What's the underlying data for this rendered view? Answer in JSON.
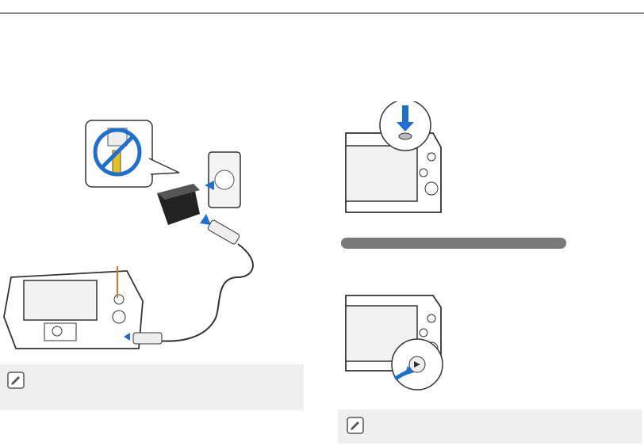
{
  "page": {
    "has_top_rule": true
  },
  "illustrations": {
    "charging": {
      "description_icon": "camera-charging-illustration"
    },
    "power_button": {
      "description_icon": "camera-power-button-illustration"
    },
    "playback_button": {
      "description_icon": "camera-playback-button-illustration"
    }
  },
  "notes": [
    {
      "icon": "note-icon",
      "text": ""
    },
    {
      "icon": "note-icon",
      "text": ""
    }
  ],
  "section_bar": {
    "label": ""
  },
  "colors": {
    "accent_orange": "#e0702a",
    "blue": "#1f6fd1",
    "gray": "#7a7a7a",
    "note_bg": "#efefef"
  }
}
